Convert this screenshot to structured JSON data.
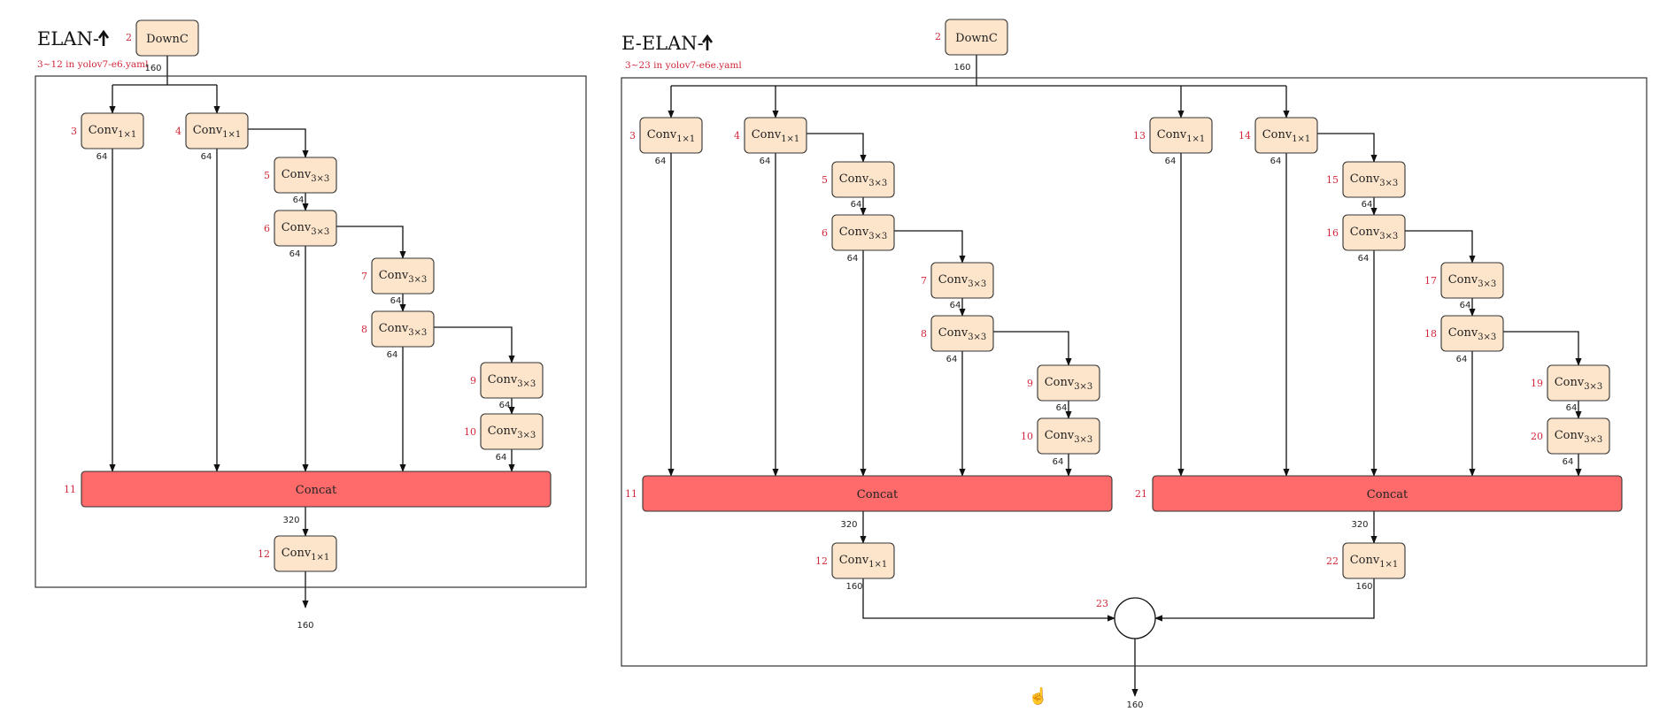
{
  "elan": {
    "title": "ELAN-",
    "note": "3~12 in yolov7-e6.yaml",
    "downc": {
      "label": "DownC",
      "index": "2",
      "out": "160"
    },
    "convs": [
      {
        "index": "3",
        "kernel": "1×1",
        "out": "64"
      },
      {
        "index": "4",
        "kernel": "1×1",
        "out": "64"
      },
      {
        "index": "5",
        "kernel": "3×3",
        "out": "64"
      },
      {
        "index": "6",
        "kernel": "3×3",
        "out": "64"
      },
      {
        "index": "7",
        "kernel": "3×3",
        "out": "64"
      },
      {
        "index": "8",
        "kernel": "3×3",
        "out": "64"
      },
      {
        "index": "9",
        "kernel": "3×3",
        "out": "64"
      },
      {
        "index": "10",
        "kernel": "3×3",
        "out": "64"
      }
    ],
    "concat": {
      "label": "Concat",
      "index": "11",
      "out": "320"
    },
    "final": {
      "index": "12",
      "kernel": "1×1",
      "out": "160"
    }
  },
  "eelan": {
    "title": "E-ELAN-",
    "note": "3~23 in yolov7-e6e.yaml",
    "downc": {
      "label": "DownC",
      "index": "2",
      "out": "160"
    },
    "groups": [
      {
        "convs": [
          {
            "index": "3",
            "kernel": "1×1",
            "out": "64"
          },
          {
            "index": "4",
            "kernel": "1×1",
            "out": "64"
          },
          {
            "index": "5",
            "kernel": "3×3",
            "out": "64"
          },
          {
            "index": "6",
            "kernel": "3×3",
            "out": "64"
          },
          {
            "index": "7",
            "kernel": "3×3",
            "out": "64"
          },
          {
            "index": "8",
            "kernel": "3×3",
            "out": "64"
          },
          {
            "index": "9",
            "kernel": "3×3",
            "out": "64"
          },
          {
            "index": "10",
            "kernel": "3×3",
            "out": "64"
          }
        ],
        "concat": {
          "label": "Concat",
          "index": "11",
          "out": "320"
        },
        "final": {
          "index": "12",
          "kernel": "1×1",
          "out": "160"
        }
      },
      {
        "convs": [
          {
            "index": "13",
            "kernel": "1×1",
            "out": "64"
          },
          {
            "index": "14",
            "kernel": "1×1",
            "out": "64"
          },
          {
            "index": "15",
            "kernel": "3×3",
            "out": "64"
          },
          {
            "index": "16",
            "kernel": "3×3",
            "out": "64"
          },
          {
            "index": "17",
            "kernel": "3×3",
            "out": "64"
          },
          {
            "index": "18",
            "kernel": "3×3",
            "out": "64"
          },
          {
            "index": "19",
            "kernel": "3×3",
            "out": "64"
          },
          {
            "index": "20",
            "kernel": "3×3",
            "out": "64"
          }
        ],
        "concat": {
          "label": "Concat",
          "index": "21",
          "out": "320"
        },
        "final": {
          "index": "22",
          "kernel": "1×1",
          "out": "160"
        }
      }
    ],
    "add": {
      "index": "23",
      "out": "160"
    }
  },
  "conv_label": "Conv",
  "cursor": "hand-cursor-icon",
  "title_icon": "up-arrow-icon",
  "colors": {
    "conv_fill": "#fde5cc",
    "concat_fill": "#ff6b6b",
    "index_red": "#d0283a",
    "frame": "#333333"
  }
}
